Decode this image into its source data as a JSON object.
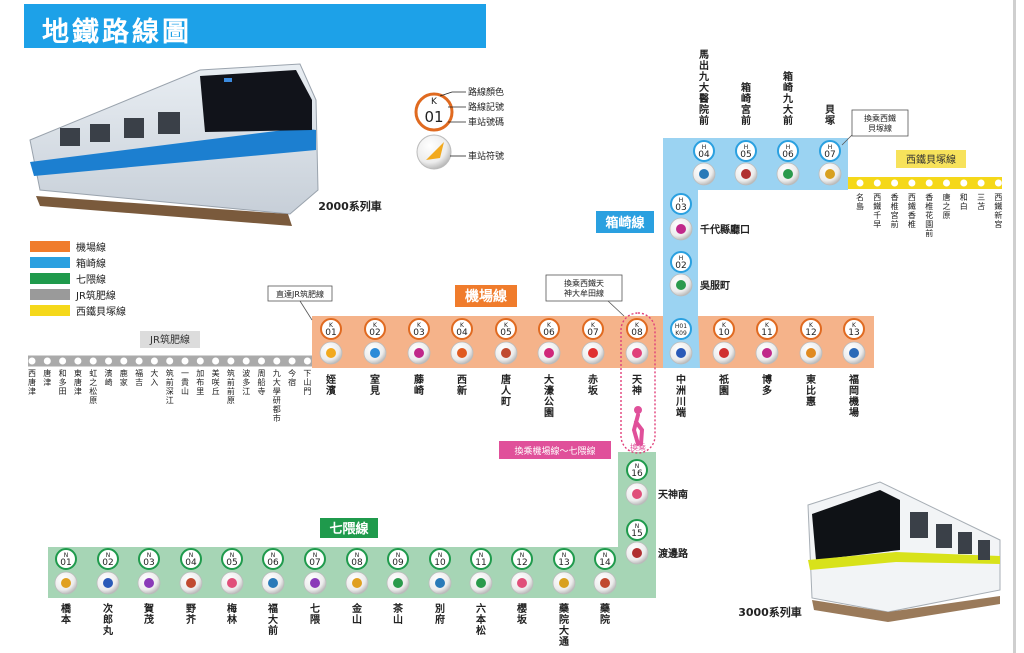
{
  "title": "地鐵路線圖",
  "train_captions": {
    "train_2000": "2000系列車",
    "train_3000": "3000系列車"
  },
  "key": {
    "line_color": "路線顏色",
    "line_code": "路線記號",
    "station_number": "車站號碼",
    "station_symbol": "車站符號",
    "code_letter": "K",
    "code_number": "01"
  },
  "legend": [
    {
      "label": "機場線",
      "color": "#f07c2c"
    },
    {
      "label": "箱崎線",
      "color": "#2aa0e0"
    },
    {
      "label": "七隈線",
      "color": "#1f9a4c"
    },
    {
      "label": "JR筑肥線",
      "color": "#9a9a9a"
    },
    {
      "label": "西鐵貝塚線",
      "color": "#f5d81a"
    }
  ],
  "line_labels": {
    "kuko": "機場線",
    "hakozaki": "箱崎線",
    "nanakuma": "七隈線",
    "jr": "JR筑肥線",
    "nishitetsu": "西鐵貝塚線"
  },
  "callouts": {
    "direct_jr": "直達JR筑肥線",
    "transfer_nishitetsu_tenjin": "換乘西鐵天神大牟田線",
    "transfer_kaizuka": "換乘西鐵貝塚線",
    "transfer_tenjin": "換乘機場線～七隈線",
    "walk_transfer": "換乘"
  },
  "kuko_stations": [
    {
      "code": "01",
      "name": "姪濱"
    },
    {
      "code": "02",
      "name": "室見"
    },
    {
      "code": "03",
      "name": "藤崎"
    },
    {
      "code": "04",
      "name": "西新"
    },
    {
      "code": "05",
      "name": "唐人町"
    },
    {
      "code": "06",
      "name": "大濠公園"
    },
    {
      "code": "07",
      "name": "赤坂"
    },
    {
      "code": "08",
      "name": "天神"
    },
    {
      "code": "H01 K09",
      "name": "中洲川端"
    },
    {
      "code": "10",
      "name": "祇園"
    },
    {
      "code": "11",
      "name": "博多"
    },
    {
      "code": "12",
      "name": "東比惠"
    },
    {
      "code": "13",
      "name": "福岡機場"
    }
  ],
  "hakozaki_stations": [
    {
      "code": "02",
      "name": "吳服町"
    },
    {
      "code": "03",
      "name": "千代縣廳口"
    },
    {
      "code": "04",
      "name": "馬出九大醫院前"
    },
    {
      "code": "05",
      "name": "箱崎宮前"
    },
    {
      "code": "06",
      "name": "箱崎九大前"
    },
    {
      "code": "07",
      "name": "貝塚"
    }
  ],
  "nanakuma_stations": [
    {
      "code": "01",
      "name": "橋本"
    },
    {
      "code": "02",
      "name": "次郎丸"
    },
    {
      "code": "03",
      "name": "賀茂"
    },
    {
      "code": "04",
      "name": "野芥"
    },
    {
      "code": "05",
      "name": "梅林"
    },
    {
      "code": "06",
      "name": "福大前"
    },
    {
      "code": "07",
      "name": "七隈"
    },
    {
      "code": "08",
      "name": "金山"
    },
    {
      "code": "09",
      "name": "茶山"
    },
    {
      "code": "10",
      "name": "別府"
    },
    {
      "code": "11",
      "name": "六本松"
    },
    {
      "code": "12",
      "name": "櫻坂"
    },
    {
      "code": "13",
      "name": "藥院大通"
    },
    {
      "code": "14",
      "name": "藥院"
    },
    {
      "code": "15",
      "name": "渡邊路"
    },
    {
      "code": "16",
      "name": "天神南"
    }
  ],
  "jr_stations": [
    "西唐津",
    "唐津",
    "和多田",
    "東唐津",
    "虹之松原",
    "濱崎",
    "鹿家",
    "福吉",
    "大入",
    "筑前深江",
    "一貴山",
    "加布里",
    "美咲丘",
    "筑前前原",
    "波多江",
    "周船寺",
    "九大學研都市",
    "今宿",
    "下山門"
  ],
  "nishitetsu_stations": [
    "名島",
    "西鐵千早",
    "香椎宮前",
    "西鐵香椎",
    "香椎花園前",
    "唐之原",
    "和白",
    "三苫",
    "西鐵新宮"
  ]
}
